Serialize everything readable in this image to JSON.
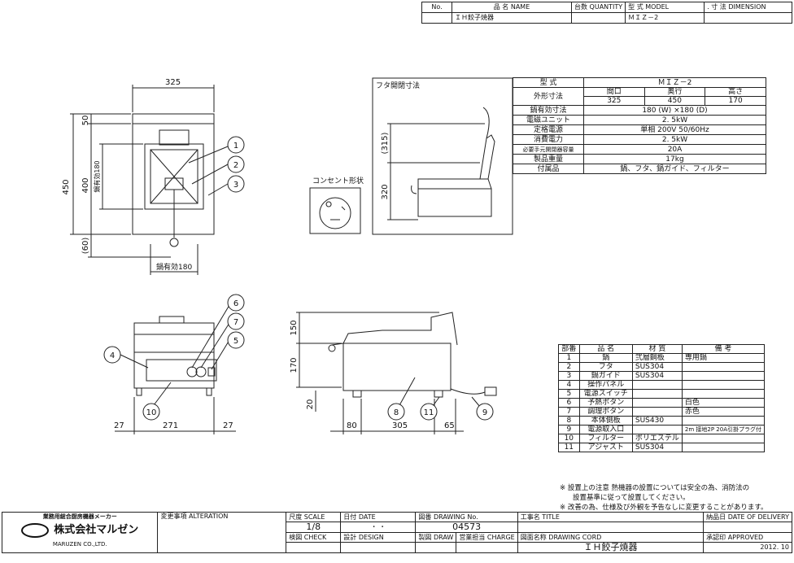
{
  "title_block": {
    "headers": [
      "No.",
      "品 名 NAME",
      "台数 QUANTITY",
      "型 式 MODEL",
      ". 寸 法 DIMENSION"
    ],
    "row": {
      "name": "ＩＨ餃子焼器",
      "model": "ＭＩＺ－2"
    }
  },
  "specs": {
    "header_label": "型 式",
    "model": "ＭＩＺ－2",
    "outer_dim_label": "外形寸法",
    "dim_headers": [
      "間口",
      "奥行",
      "高さ"
    ],
    "dim_values": [
      "325",
      "450",
      "170"
    ],
    "rows": [
      {
        "label": "鍋有効寸法",
        "value": "180 (W) ×180 (D)"
      },
      {
        "label": "電磁ユニット",
        "value": "2. 5kW"
      },
      {
        "label": "定格電源",
        "value": "単相 200V 50/60Hz"
      },
      {
        "label": "消費電力",
        "value": "2. 5kW"
      },
      {
        "label": "必要手元開閉器容量",
        "value": "20A"
      },
      {
        "label": "製品重量",
        "value": "17kg"
      },
      {
        "label": "付属品",
        "value": "鍋、フタ、鍋ガイド、フィルター"
      }
    ]
  },
  "parts": {
    "headers": [
      "部番",
      "品 名",
      "材 質",
      "備 考"
    ],
    "rows": [
      [
        "1",
        "鍋",
        "弐層鋼板",
        "専用鍋"
      ],
      [
        "2",
        "フタ",
        "SUS304",
        ""
      ],
      [
        "3",
        "鍋ガイド",
        "SUS304",
        ""
      ],
      [
        "4",
        "操作パネル",
        "",
        ""
      ],
      [
        "5",
        "電源スイッチ",
        "",
        ""
      ],
      [
        "6",
        "予熱ボタン",
        "",
        "白色"
      ],
      [
        "7",
        "調理ボタン",
        "",
        "赤色"
      ],
      [
        "8",
        "本体側板",
        "SUS430",
        ""
      ],
      [
        "9",
        "電源取入口",
        "",
        "2m 接地2P 20A引掛プラグ付"
      ],
      [
        "10",
        "フィルター",
        "ポリエステル",
        ""
      ],
      [
        "11",
        "アジャスト",
        "SUS304",
        ""
      ]
    ]
  },
  "notes": [
    "※ 設置上の注意 熱機器の設置については安全の為、消防法の",
    "設置基準に従って設置してください。",
    "※ 改善の為、仕様及び外観を予告なしに変更することがあります。"
  ],
  "labels": {
    "lid_opening": "フタ開閉寸法",
    "outlet_shape": "コンセント形状"
  },
  "dims": {
    "top_width": "325",
    "left_50": "50",
    "left_450": "450",
    "left_400": "400",
    "left_pot180": "鍋有効180",
    "left_60": "(60)",
    "bottom_pot180": "鍋有効180",
    "lid_315": "(315)",
    "lid_320": "320",
    "front_27a": "27",
    "front_271": "271",
    "front_27b": "27",
    "side_150": "150",
    "side_170": "170",
    "side_20": "20",
    "side_80": "80",
    "side_305": "305",
    "side_65": "65"
  },
  "balloons": [
    "1",
    "2",
    "3",
    "4",
    "5",
    "6",
    "7",
    "8",
    "9",
    "10",
    "11"
  ],
  "footer": {
    "company_top": "業務用総合厨房機器メーカー",
    "company_name": "株式会社マルゼン",
    "company_en": "MARUZEN CO.,LTD.",
    "alteration": "変更事項 ALTERATION",
    "scale_label": "尺度 SCALE",
    "scale_value": "1/8",
    "date_label": "日付 DATE",
    "date_value": "・  ・",
    "drawing_no_label": "図番 DRAWING No.",
    "drawing_no_value": "04573",
    "title_label": "工事名 TITLE",
    "delivery_label": "納品日 DATE OF DELIVERY",
    "check_label": "検図 CHECK",
    "design_label": "設計 DESIGN",
    "draw_label": "製図 DRAW",
    "charge_label": "営業担当 CHARGE",
    "cord_label": "図面名称 DRAWING CORD",
    "cord_value": "ＩＨ餃子焼器",
    "approved_label": "承認印 APPROVED",
    "year": "2012. 10"
  }
}
